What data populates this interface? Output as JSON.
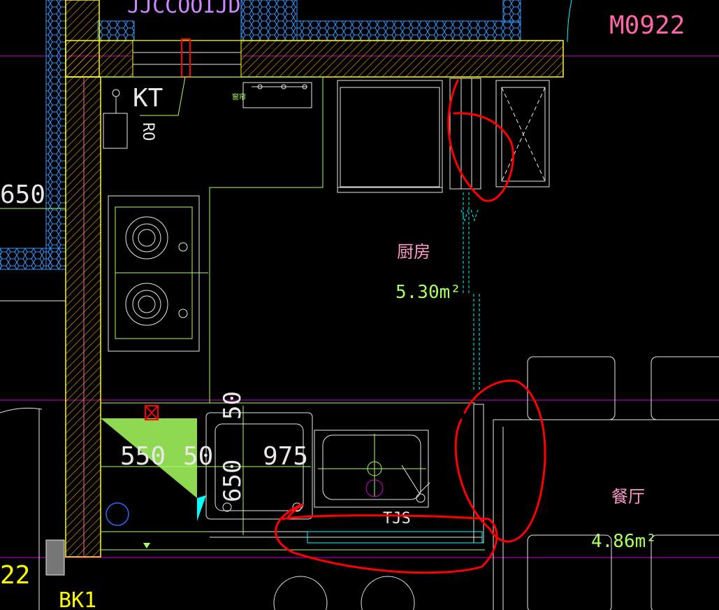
{
  "drawing": {
    "header_partial_label": "JJCCOOIJD",
    "door_tag": "M0922",
    "left_dim": "650",
    "equipment_tag": "KT",
    "equipment_sub": "RO",
    "kitchen": {
      "name": "厨房",
      "area": "5.30m²"
    },
    "dining": {
      "name": "餐厅",
      "area": "4.86m²"
    },
    "dims": {
      "a": "550",
      "b": "50",
      "c": "975",
      "v1": "650",
      "v2": "50"
    },
    "sink_tag": "TJS",
    "bottom_left_tag": "BK1",
    "bottom_left_number": "22",
    "tiny_label": "窗帘"
  },
  "colors": {
    "wall_hatch": "#ffaa00",
    "wall_lines": "#ffff00",
    "fixture_green": "#a8ff60",
    "room_text": "#ff99cc",
    "area_text": "#a8ff60",
    "markup_red": "#ff0000",
    "cyan": "#00ffff",
    "magenta_grid": "#cc00cc",
    "blue_insulation": "#3399ff",
    "white_lines": "#e8e8e8",
    "door_tag": "#ff66aa"
  }
}
